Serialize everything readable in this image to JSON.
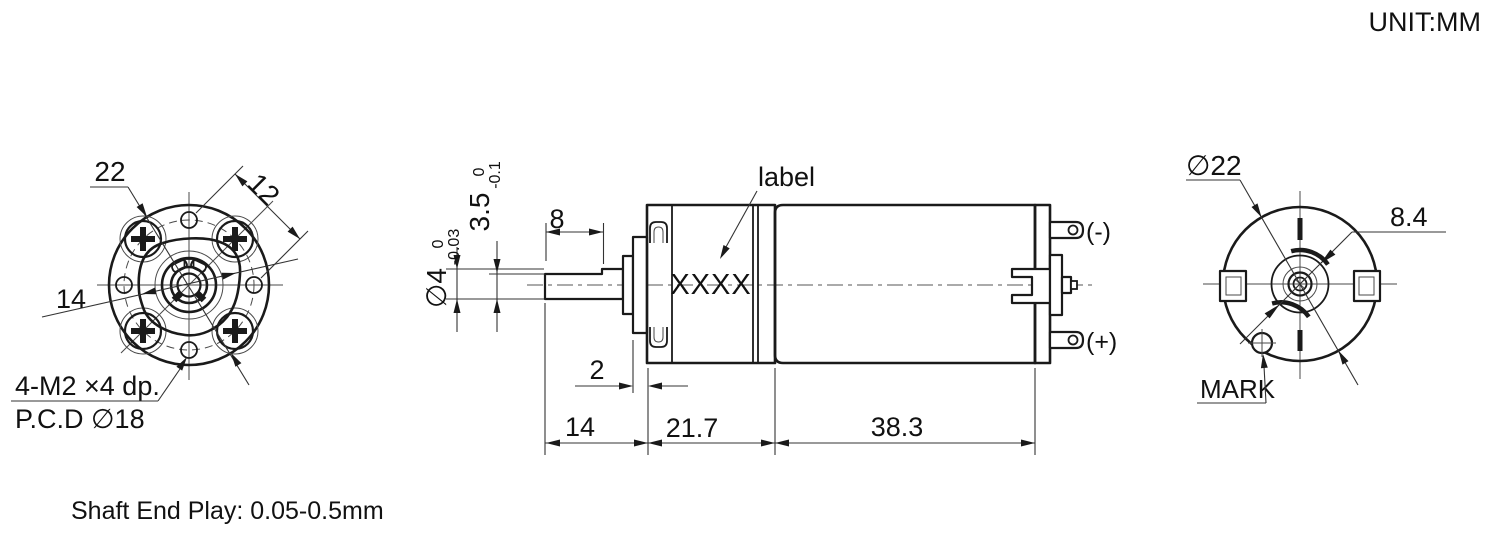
{
  "unit": {
    "label": "UNIT:MM"
  },
  "note": {
    "shaft_end_play": "Shaft End Play: 0.05-0.5mm"
  },
  "colors": {
    "line": "#1a1a1a",
    "background": "#ffffff"
  },
  "front_view": {
    "dim_body_dia": "22",
    "dim_hole_pitch": "12",
    "dim_boss_width": "14",
    "screw_spec": "4-M2 ×4 dp.",
    "pcd_spec": "P.C.D ∅18"
  },
  "side_view": {
    "dim_flat_length": "8",
    "shaft_dia": {
      "value": "∅4",
      "tol_upper": "0",
      "tol_lower": "-0.03"
    },
    "shaft_flat": {
      "value": "3.5",
      "tol_upper": "0",
      "tol_lower": "-0.1"
    },
    "label_callout": "label",
    "nameplate_text": "XXXX",
    "terminal_negative": "(-)",
    "terminal_positive": "(+)",
    "dim_flange_thickness": "2",
    "dim_shaft_length": "14",
    "dim_gearbox_length": "21.7",
    "dim_motor_length": "38.3"
  },
  "rear_view": {
    "dim_body_dia": "∅22",
    "dim_boss_dia": "8.4",
    "mark_label": "MARK"
  }
}
